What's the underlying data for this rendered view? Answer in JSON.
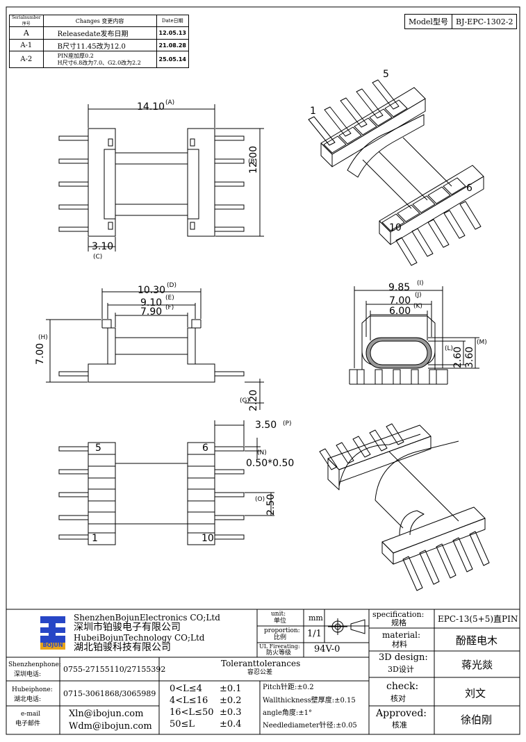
{
  "revision_table": {
    "header": [
      "Serialnumber序号",
      "Changes 变更内容",
      "Date日期"
    ],
    "rows": [
      {
        "serial": "A",
        "change": "Releasedate发布日期",
        "date": "12.05.13"
      },
      {
        "serial": "A-1",
        "change": "B尺寸11.45改为12.0",
        "date": "21.08.28"
      },
      {
        "serial": "A-2",
        "change_line1": "PIN座加厚0.2",
        "change_line2": "H尺寸6.8改为7.0、G2.0改为2.2",
        "date": "25.05.14"
      }
    ]
  },
  "model": {
    "label": "Model型号",
    "value": "BJ-EPC-1302-2"
  },
  "dimensions": {
    "A": "14.10",
    "A_tag": "(A)",
    "B": "12.00",
    "B_tag": "(B)",
    "C": "3.10",
    "C_tag": "(C)",
    "D": "10.30",
    "D_tag": "(D)",
    "E": "9.10",
    "E_tag": "(E)",
    "F": "7.90",
    "F_tag": "(F)",
    "H": "7.00",
    "H_tag": "(H)",
    "G": "2.20",
    "G_tag": "(G)",
    "I": "9.85",
    "I_tag": "(I)",
    "J": "7.00",
    "J_tag": "(J)",
    "K": "6.00",
    "K_tag": "(K)",
    "L": "2.60",
    "L_tag": "(L)",
    "M": "3.60",
    "M_tag": "(M)",
    "P": "3.50",
    "P_tag": "(P)",
    "N": "0.50*0.50",
    "N_tag": "(N)",
    "O": "2.50",
    "O_tag": "(O)"
  },
  "pin_labels": {
    "p1": "1",
    "p5": "5",
    "p6": "6",
    "p10": "10"
  },
  "title_block": {
    "company_en": "ShenzhenBojunElectronics CO;Ltd",
    "company_cn": "深圳市铂骏电子有限公司",
    "company2_en": "HubeiBojunTechnology CO;Ltd",
    "company2_cn": "湖北铂骏科技有限公司",
    "logo_text": "BOJUN",
    "unit_label": "unit:",
    "unit_label_cn": "单位",
    "unit_value": "mm",
    "proportion_label": "proportion:",
    "proportion_label_cn": "比例",
    "proportion_value": "1/1",
    "ul_label": "UL Firerating:",
    "ul_label_cn": "防火等级",
    "ul_value": "94V-0",
    "spec_label": "specification:",
    "spec_label_cn": "规格",
    "spec_value": "EPC-13(5+5)直PIN",
    "material_label": "material:",
    "material_label_cn": "材料",
    "material_value": "酚醛电木",
    "design_label": "3D design:",
    "design_label_cn": "3D设计",
    "design_value": "蒋光燚",
    "check_label": "check:",
    "check_label_cn": "核对",
    "check_value": "刘文",
    "approved_label": "Approved:",
    "approved_label_cn": "核准",
    "approved_value": "徐伯刚",
    "sz_phone_label": "Shenzhenphone:",
    "sz_phone_label_cn": "深圳电话:",
    "sz_phone": "0755-27155110/27155392",
    "hb_phone_label": "Hubeiphone:",
    "hb_phone_label_cn": "湖北电话:",
    "hb_phone": "0715-3061868/3065989",
    "email_label": "e-mail",
    "email_label_cn": "电子邮件",
    "email1": "Xln@ibojun.com",
    "email2": "Wdm@ibojun.com",
    "tol_title": "Toleranttolerances",
    "tol_title_cn": "容忍公差",
    "tolerances": [
      {
        "range": "0<L≤4",
        "tol": "±0.1"
      },
      {
        "range": "4<L≤16",
        "tol": "±0.2"
      },
      {
        "range": "16<L≤50",
        "tol": "±0.3"
      },
      {
        "range": "50≤L",
        "tol": "±0.4"
      }
    ],
    "notes": [
      "Pitch针距:±0.2",
      "Wallthickness壁厚度:±0.15",
      "angle角度:±1°",
      "Needlediameter针径:±0.05"
    ]
  }
}
